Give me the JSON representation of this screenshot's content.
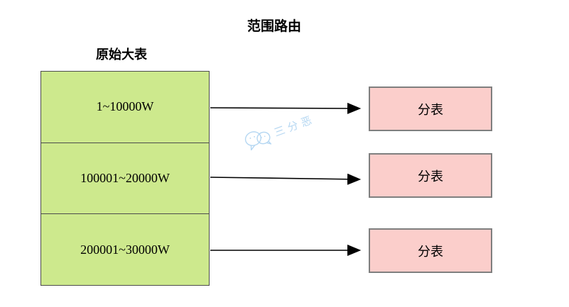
{
  "title": "范围路由",
  "source_table": {
    "label": "原始大表",
    "rows": [
      {
        "label": "1~10000W"
      },
      {
        "label": "100001~20000W"
      },
      {
        "label": "200001~30000W"
      }
    ]
  },
  "shards": [
    {
      "label": "分表"
    },
    {
      "label": "分表"
    },
    {
      "label": "分表"
    }
  ],
  "watermark": {
    "text": "三分恶",
    "icon": "wechat-icon"
  },
  "colors": {
    "source_fill": "#cde98d",
    "source_border": "#4c4c4c",
    "shard_fill": "#fbcecb",
    "shard_border": "#7f7f7f",
    "arrow": "#000000",
    "watermark": "#b5d7f2"
  }
}
